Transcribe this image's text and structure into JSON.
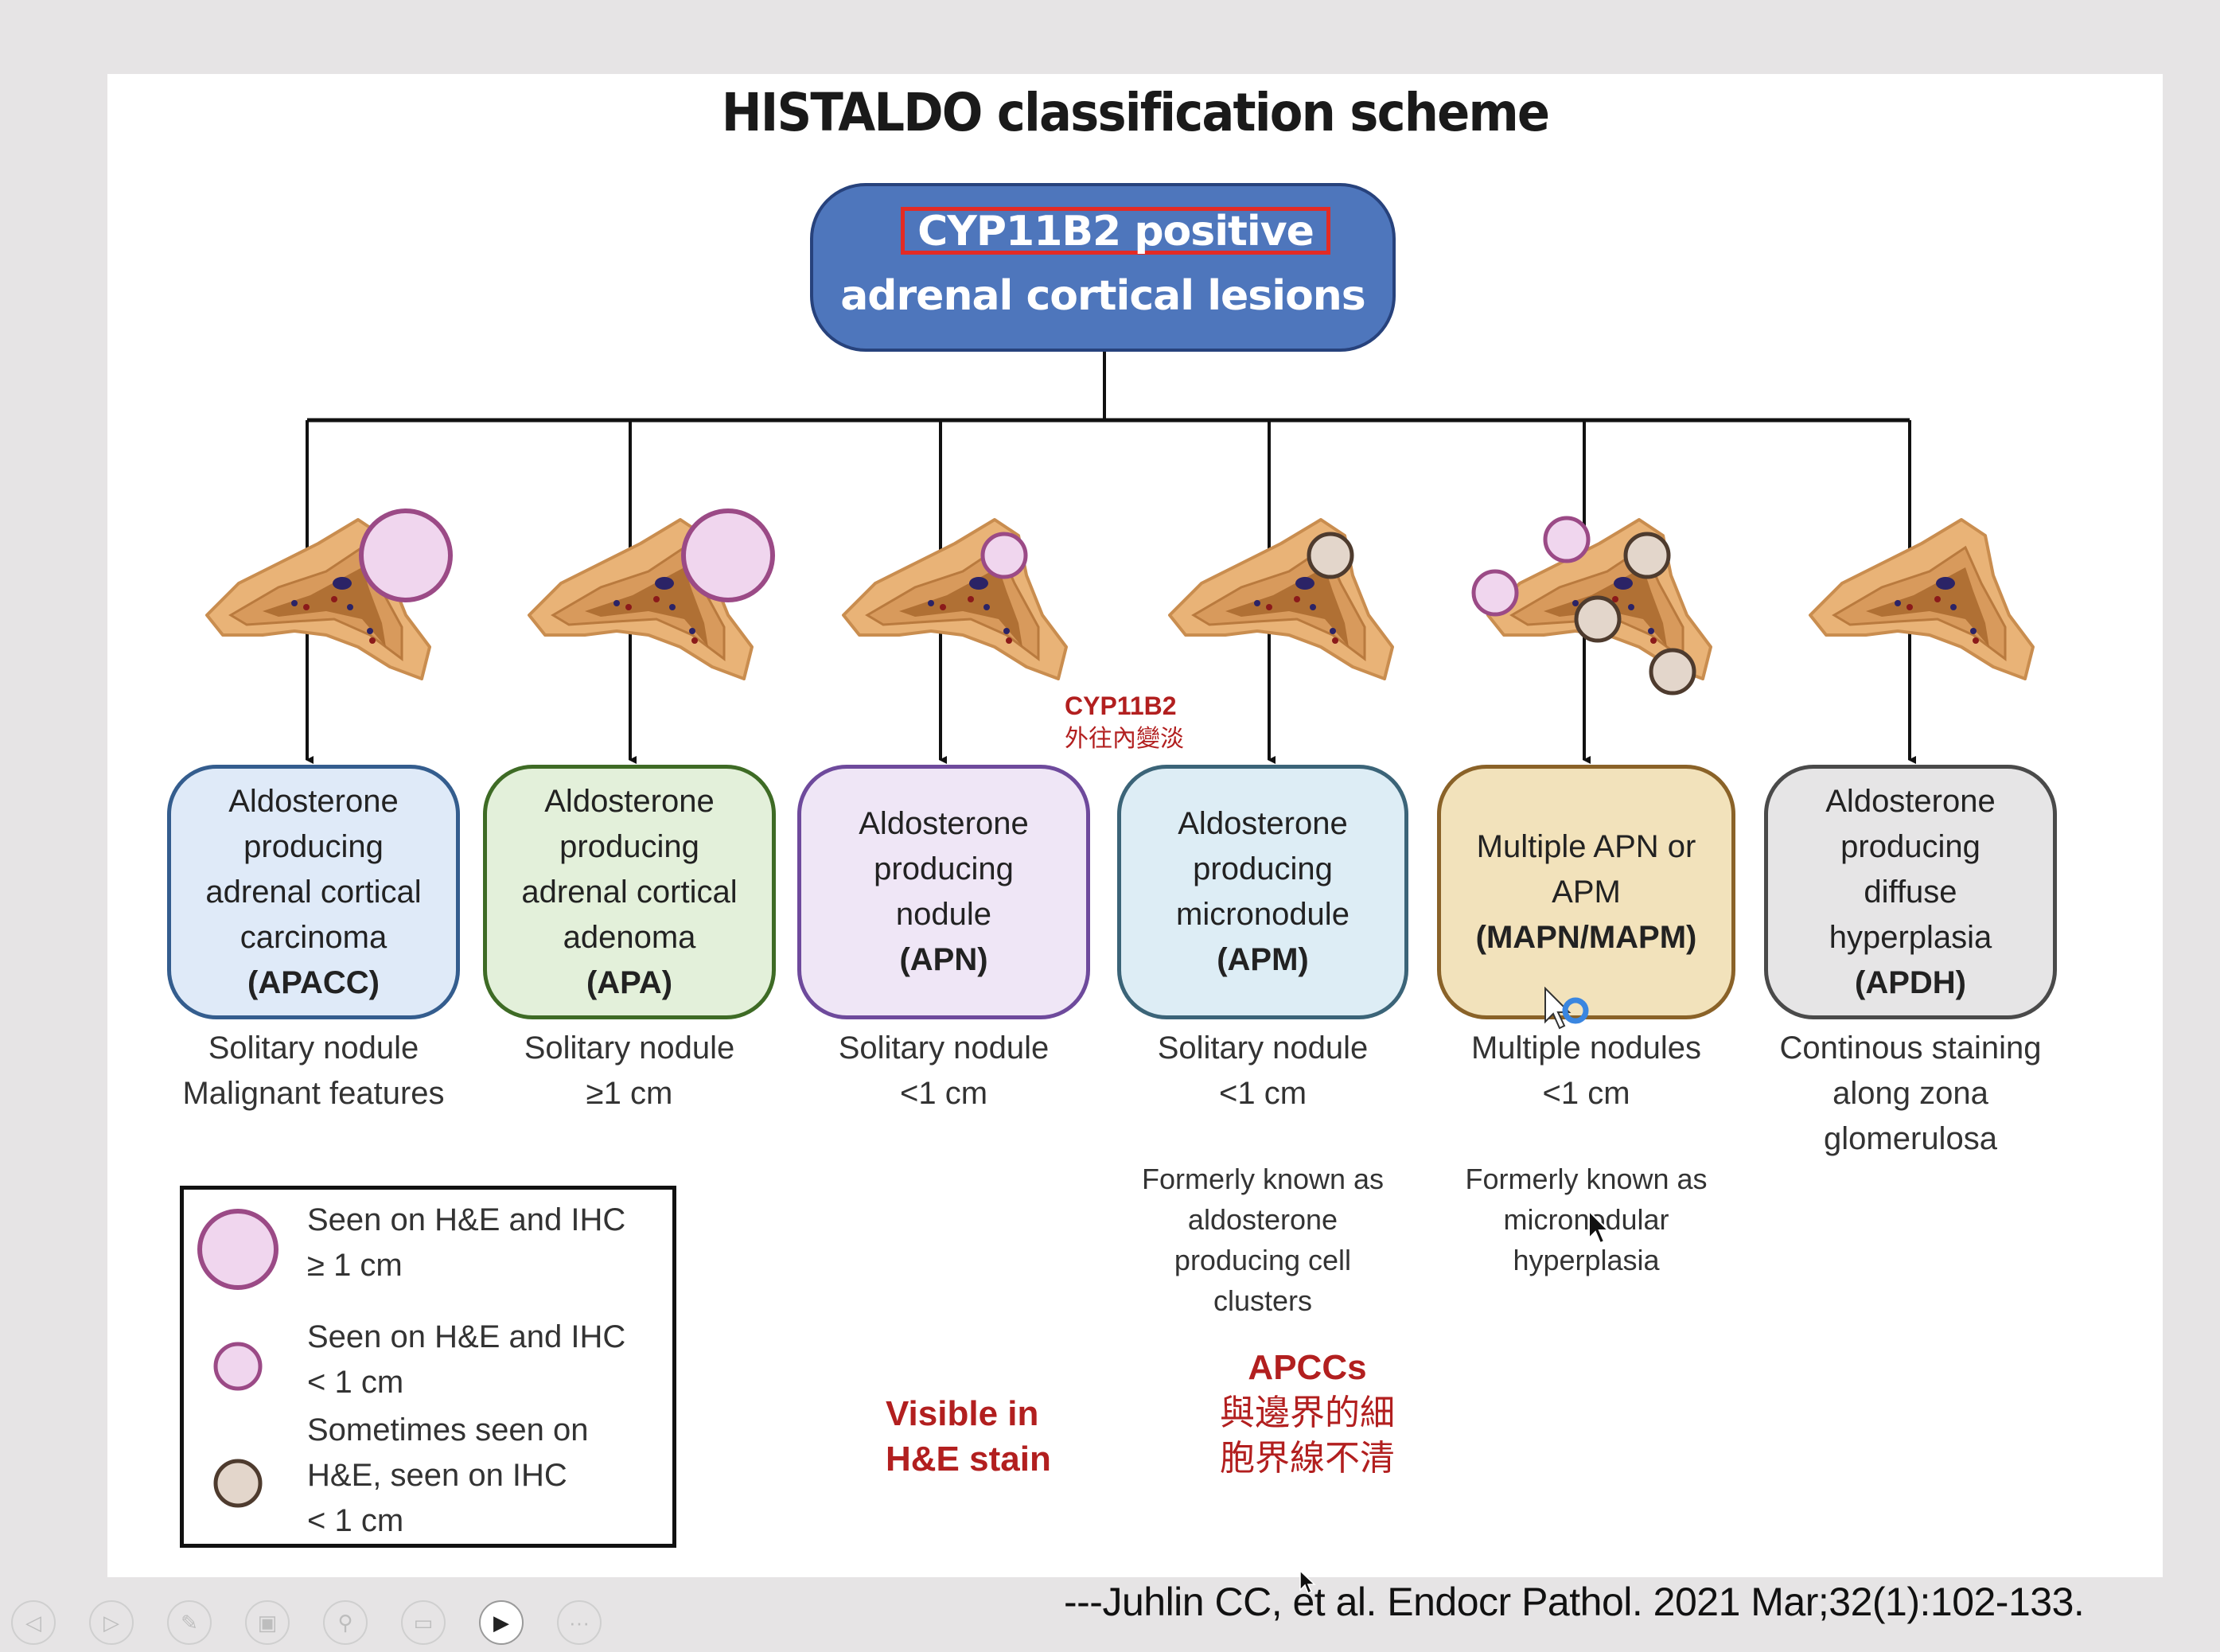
{
  "slide": {
    "title": "HISTALDO classification scheme",
    "root": {
      "line1": "CYP11B2 positive",
      "line2": "adrenal cortical lesions",
      "fill_color": "#4e76bc",
      "highlight_color": "#e32b24"
    },
    "categories": [
      {
        "name_lines": [
          "Aldosterone",
          "producing",
          "adrenal cortical",
          "carcinoma"
        ],
        "abbr": "(APACC)",
        "description_lines": [
          "Solitary nodule",
          "Malignant features"
        ],
        "fill_color": "#dfeaf8",
        "border_color": "#345d8e",
        "nodules": [
          "large-pink"
        ]
      },
      {
        "name_lines": [
          "Aldosterone",
          "producing",
          "adrenal cortical",
          "adenoma"
        ],
        "abbr": "(APA)",
        "description_lines": [
          "Solitary nodule",
          "≥1 cm"
        ],
        "fill_color": "#e3f0da",
        "border_color": "#3e6b25",
        "nodules": [
          "large-pink"
        ]
      },
      {
        "name_lines": [
          "Aldosterone",
          "producing",
          "nodule"
        ],
        "abbr": "(APN)",
        "description_lines": [
          "Solitary nodule",
          "<1 cm"
        ],
        "fill_color": "#efe6f6",
        "border_color": "#6e4a9c",
        "nodules": [
          "small-pink"
        ]
      },
      {
        "name_lines": [
          "Aldosterone",
          "producing",
          "micronodule"
        ],
        "abbr": "(APM)",
        "description_lines": [
          "Solitary nodule",
          "<1 cm"
        ],
        "note_lines": [
          "Formerly known as",
          "aldosterone",
          "producing cell",
          "clusters"
        ],
        "fill_color": "#ddedf5",
        "border_color": "#3b6478",
        "nodules": [
          "small-beige"
        ]
      },
      {
        "name_lines": [
          "Multiple APN or",
          "APM"
        ],
        "abbr": "(MAPN/MAPM)",
        "description_lines": [
          "Multiple nodules",
          "<1 cm"
        ],
        "note_lines": [
          "Formerly known as",
          "micronodular",
          "hyperplasia"
        ],
        "fill_color": "#f2e2bb",
        "border_color": "#8a6228",
        "nodules": [
          "small-pink",
          "small-pink",
          "small-beige",
          "small-beige",
          "small-beige"
        ]
      },
      {
        "name_lines": [
          "Aldosterone",
          "producing",
          "diffuse",
          "hyperplasia"
        ],
        "abbr": "(APDH)",
        "description_lines": [
          "Continous staining",
          "along zona",
          "glomerulosa"
        ],
        "fill_color": "#e6e5e6",
        "border_color": "#4a4a4a",
        "nodules": []
      }
    ],
    "legend": {
      "items": [
        {
          "symbol": "large-pink-circle",
          "lines": [
            "Seen on H&E and IHC",
            "≥ 1 cm"
          ]
        },
        {
          "symbol": "small-pink-circle",
          "lines": [
            "Seen on H&E and IHC",
            "< 1 cm"
          ]
        },
        {
          "symbol": "small-beige-circle",
          "lines": [
            "Sometimes seen on",
            "H&E, seen on IHC",
            "< 1 cm"
          ]
        }
      ],
      "colors": {
        "pink_fill": "#f0d6ee",
        "pink_stroke": "#9b4a86",
        "beige_fill": "#e3d6cb",
        "beige_stroke": "#4e3b2e"
      }
    },
    "annotations": {
      "cyp11b2": {
        "line1": "CYP11B2",
        "line2": "外往內變淡"
      },
      "visible": {
        "line1": "Visible in",
        "line2": "H&E stain"
      },
      "apccs": {
        "line1": "APCCs",
        "line2": "與邊界的細",
        "line3": "胞界線不清"
      },
      "color": "#b21f1f"
    }
  },
  "citation": "---Juhlin CC, et al. Endocr Pathol. 2021 Mar;32(1):102-133.",
  "toolbar": {
    "buttons": [
      {
        "icon": "previous-icon",
        "glyph": "◁"
      },
      {
        "icon": "next-icon",
        "glyph": "▷"
      },
      {
        "icon": "pen-icon",
        "glyph": "✎"
      },
      {
        "icon": "slides-grid-icon",
        "glyph": "▣"
      },
      {
        "icon": "zoom-icon",
        "glyph": "⚲"
      },
      {
        "icon": "subtitles-icon",
        "glyph": "▭"
      },
      {
        "icon": "camera-icon",
        "glyph": "▶"
      },
      {
        "icon": "more-icon",
        "glyph": "···"
      }
    ],
    "active_index": 6
  }
}
